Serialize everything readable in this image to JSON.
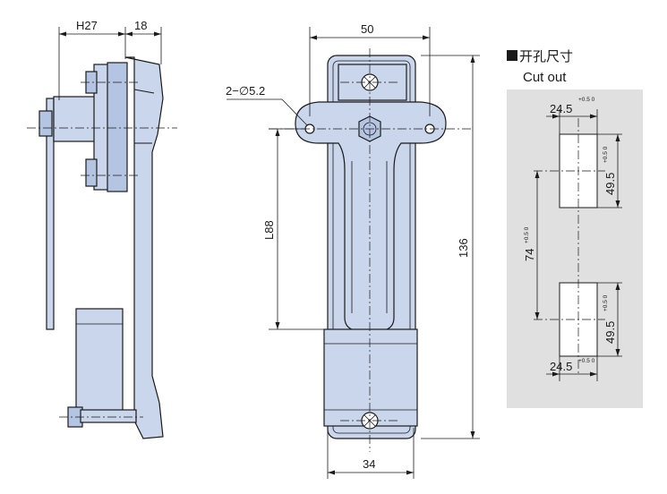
{
  "side_view": {
    "dim_h": "H27",
    "dim_depth": "18"
  },
  "front_view": {
    "dim_width_top": "50",
    "dim_holes": "2−∅5.2",
    "dim_l": "L88",
    "dim_length": "136",
    "dim_width_bottom": "34"
  },
  "cutout": {
    "title_cn": "开孔尺寸",
    "title_en": "Cut out",
    "width": "24.5",
    "width_tol": "+0.5 0",
    "height_top": "49.5",
    "height_top_tol": "+0.5 0",
    "spacing": "74",
    "spacing_tol": "+0.5 0",
    "height_bottom": "49.5",
    "height_bottom_tol": "+0.5 0",
    "width_bottom": "24.5",
    "width_bottom_tol": "+0.5 0"
  }
}
